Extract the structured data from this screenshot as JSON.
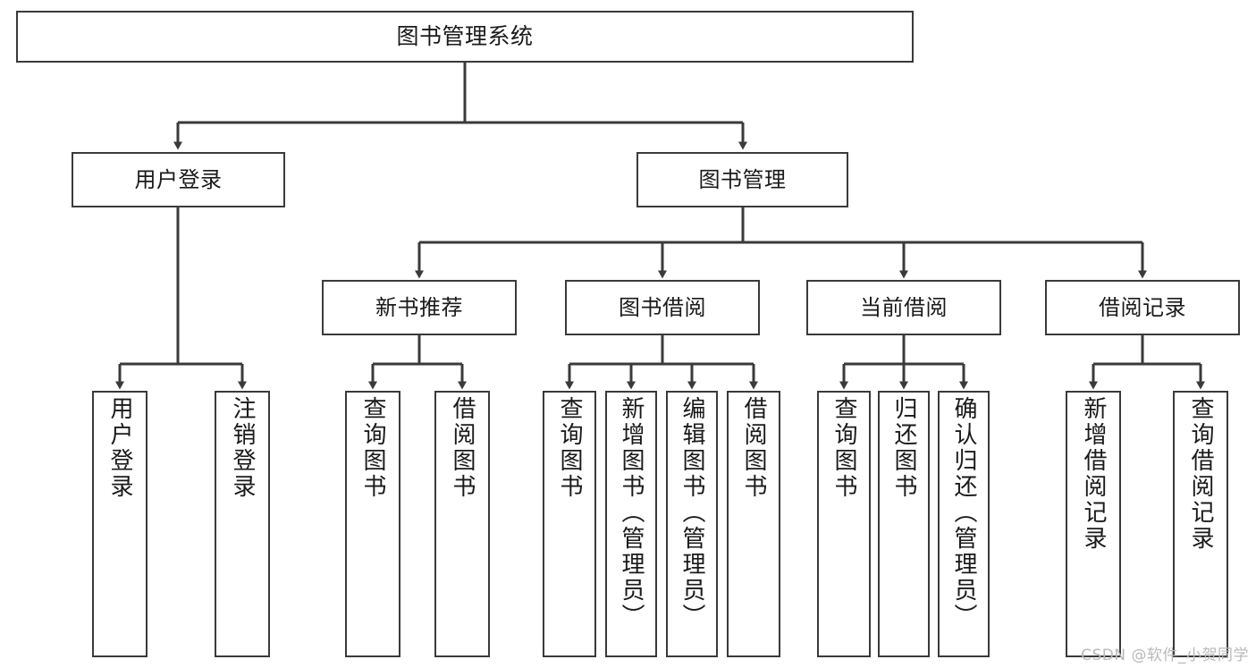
{
  "diagram": {
    "title": "图书管理系统",
    "type": "tree",
    "watermark": "CSDN @软件_小贺同学",
    "colors": {
      "background": "#ffffff",
      "box_border": "#3a3a3a",
      "box_fill": "#ffffff",
      "edge": "#3a3a3a",
      "text": "#1a1a1a",
      "watermark": "#b9b9b9"
    },
    "nodes": {
      "root": {
        "label": "图书管理系统"
      },
      "level2": [
        {
          "label": "用户登录"
        },
        {
          "label": "图书管理"
        }
      ],
      "level3": [
        {
          "label": "新书推荐"
        },
        {
          "label": "图书借阅"
        },
        {
          "label": "当前借阅"
        },
        {
          "label": "借阅记录"
        }
      ],
      "leaves": {
        "user_login": [
          {
            "label": "用户登录"
          },
          {
            "label": "注销登录"
          }
        ],
        "new_book_recommend": [
          {
            "label": "查询图书"
          },
          {
            "label": "借阅图书"
          }
        ],
        "book_borrow": [
          {
            "label": "查询图书"
          },
          {
            "label": "新增图书（管理员）"
          },
          {
            "label": "编辑图书（管理员）"
          },
          {
            "label": "借阅图书"
          }
        ],
        "current_borrow": [
          {
            "label": "查询图书"
          },
          {
            "label": "归还图书"
          },
          {
            "label": "确认归还（管理员）"
          }
        ],
        "borrow_record": [
          {
            "label": "新增借阅记录"
          },
          {
            "label": "查询借阅记录"
          }
        ]
      }
    }
  }
}
